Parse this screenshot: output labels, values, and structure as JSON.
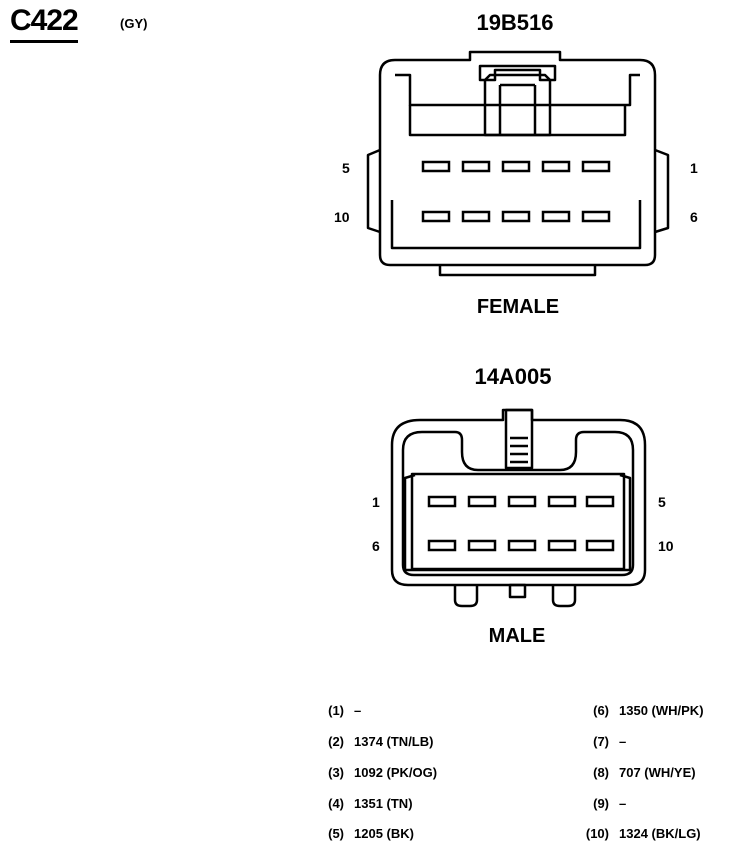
{
  "connector": {
    "id": "C422",
    "color": "(GY)"
  },
  "female": {
    "part": "19B516",
    "label": "FEMALE",
    "pin_labels": {
      "top_left": "5",
      "bottom_left": "10",
      "top_right": "1",
      "bottom_right": "6"
    }
  },
  "male": {
    "part": "14A005",
    "label": "MALE",
    "pin_labels": {
      "top_left": "1",
      "bottom_left": "6",
      "top_right": "5",
      "bottom_right": "10"
    }
  },
  "pinout": [
    {
      "pin": "(1)",
      "circuit": "–"
    },
    {
      "pin": "(2)",
      "circuit": "1374 (TN/LB)"
    },
    {
      "pin": "(3)",
      "circuit": "1092 (PK/OG)"
    },
    {
      "pin": "(4)",
      "circuit": "1351 (TN)"
    },
    {
      "pin": "(5)",
      "circuit": "1205 (BK)"
    },
    {
      "pin": "(6)",
      "circuit": "1350 (WH/PK)"
    },
    {
      "pin": "(7)",
      "circuit": "–"
    },
    {
      "pin": "(8)",
      "circuit": "707 (WH/YE)"
    },
    {
      "pin": "(9)",
      "circuit": "–"
    },
    {
      "pin": "(10)",
      "circuit": "1324 (BK/LG)"
    }
  ]
}
